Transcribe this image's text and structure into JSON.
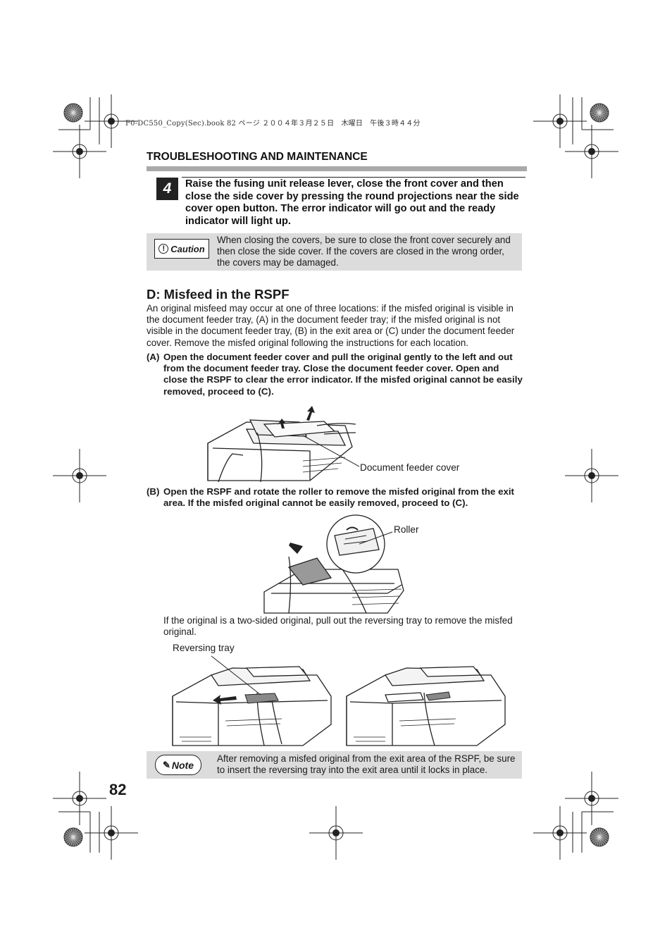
{
  "print_header": {
    "file_info": "F0-DC550_Copy(Sec).book  82 ページ  ２００４年３月２５日　木曜日　午後３時４４分"
  },
  "section": {
    "title": "TROUBLESHOOTING AND MAINTENANCE"
  },
  "step": {
    "number": "4",
    "text": "Raise the fusing unit release lever, close the front cover and then close the side cover by pressing the round projections near the side cover open button. The error indicator will go out and the ready indicator will light up."
  },
  "caution": {
    "label": "Caution",
    "icon": "exclamation-circle-icon",
    "text": "When closing the covers, be sure to close the front cover securely and then close the side cover. If the covers are closed in the wrong order, the covers may be damaged."
  },
  "misfeed": {
    "heading": "D: Misfeed in the RSPF",
    "intro": "An original misfeed may occur at one of three locations: if the misfed original is visible in the document feeder tray, (A) in the document feeder tray; if the misfed original is not visible in the document feeder tray, (B) in the exit area or (C) under the document feeder cover. Remove the misfed original following the instructions for each location.",
    "item_a": {
      "key": "(A)",
      "text": "Open the document feeder cover and pull the original gently to the left and out from the document feeder tray. Close the document feeder cover. Open and close the RSPF to clear the error indicator. If the misfed original cannot be easily removed, proceed to (C).",
      "callout": "Document feeder cover"
    },
    "item_b": {
      "key": "(B)",
      "text": "Open the RSPF and rotate the roller to remove the misfed original from the exit area. If the misfed original cannot be easily removed, proceed to (C).",
      "callout": "Roller"
    },
    "two_sided_text": "If the original is a two-sided original, pull out the reversing tray to remove the misfed original.",
    "reversing_callout": "Reversing tray"
  },
  "note": {
    "label": "Note",
    "icon": "pencil-icon",
    "text": "After removing a misfed original from the exit area of the RSPF, be sure to insert the reversing tray into the exit area until it locks in place."
  },
  "page_number": "82"
}
